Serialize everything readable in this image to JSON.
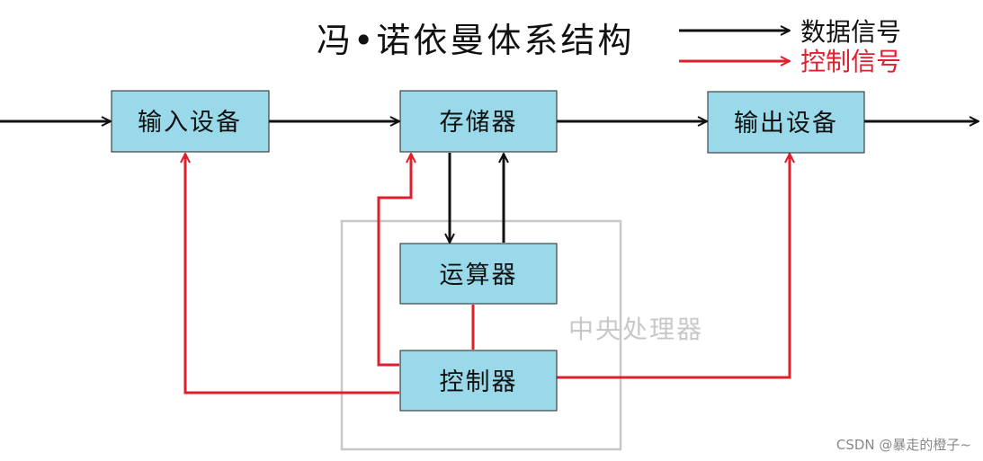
{
  "title": "冯•诺依曼体系结构",
  "legend": {
    "data_signal": "数据信号",
    "control_signal": "控制信号"
  },
  "boxes": {
    "input": "输入设备",
    "memory": "存储器",
    "output": "输出设备",
    "alu": "运算器",
    "controller": "控制器"
  },
  "cpu_label": "中央处理器",
  "watermark": "CSDN @暴走的橙子~",
  "colors": {
    "box_fill": "#99d9ea",
    "data_line": "#111111",
    "control_line": "#e01f2e",
    "cpu_border": "#c8c8c8"
  }
}
